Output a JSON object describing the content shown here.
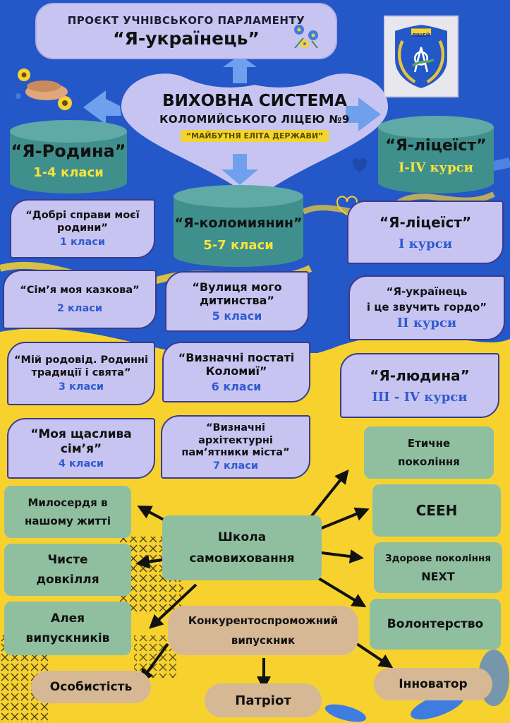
{
  "header": {
    "line1": "ПРОЄКТ УЧНІВСЬКОГО ПАРЛАМЕНТУ",
    "line2": "“Я-українець”"
  },
  "crest": {
    "label": "ЛІЦЕЙ"
  },
  "center": {
    "title": "ВИХОВНА СИСТЕМА",
    "subtitle": "КОЛОМИЙСЬКОГО ЛІЦЕЮ №9",
    "motto": "“МАЙБУТНЯ ЕЛІТА ДЕРЖАВИ”"
  },
  "columns": {
    "left": {
      "title": "“Я-Родина”",
      "sub": "1-4 класи"
    },
    "middle": {
      "title": "“Я-коломиянин”",
      "sub": "5-7 класи"
    },
    "right": {
      "title": "“Я-ліцеїст”",
      "sub": "I-IV курси"
    }
  },
  "left_items": [
    {
      "t1": "“Добрі справи моєї",
      "t2": "родини”",
      "s": "1 класи"
    },
    {
      "t1": "“Сім’я моя  казкова”",
      "t2": "",
      "s": "2 класи"
    },
    {
      "t1": "“Мій родовід. Родинні",
      "t2": "традиції і свята”",
      "s": "3 класи"
    },
    {
      "t1": "“Моя щаслива",
      "t2": "сім’я”",
      "s": "4 класи"
    }
  ],
  "middle_items": [
    {
      "t1": "“Вулиця мого",
      "t2": "дитинства”",
      "t3": "",
      "s": "5 класи"
    },
    {
      "t1": "“Визначні постаті",
      "t2": "Коломиї”",
      "t3": "",
      "s": "6 класи"
    },
    {
      "t1": "“Визначні",
      "t2": "архітектурні",
      "t3": "пам’ятники міста”",
      "s": "7 класи"
    }
  ],
  "right_items": [
    {
      "t1": "“Я-ліцеїст”",
      "t2": "",
      "s": "І курси"
    },
    {
      "t1": "“Я-українець",
      "t2": "і це звучить гордо”",
      "s": "ІІ курси"
    },
    {
      "t1": "“Я-людина”",
      "t2": "",
      "s": "ІІІ - ІV курси"
    }
  ],
  "school": {
    "line1": "Школа",
    "line2": "самовиховання"
  },
  "green_boxes": {
    "mercy": {
      "l1": "Милосердя в",
      "l2": "нашому житті"
    },
    "clean": {
      "l1": "Чисте",
      "l2": "довкілля"
    },
    "alley": {
      "l1": "Алея",
      "l2": "випускників"
    },
    "ethic": {
      "l1": "Етичне",
      "l2": "покоління"
    },
    "ceen": {
      "l1": "СЕЕН",
      "l2": ""
    },
    "healthy": {
      "l1": "Здорове покоління",
      "l2": "NEXT"
    },
    "volunteer": {
      "l1": "Волонтерство",
      "l2": ""
    }
  },
  "tan_boxes": {
    "competitive": {
      "l1": "Конкурентоспроможний",
      "l2": "випускник"
    },
    "personality": "Особистість",
    "patriot": "Патріот",
    "innovator": "Інноватор"
  },
  "colors": {
    "blue": "#2457c7",
    "yellow": "#f7d22f",
    "lavender": "#c8c4f2",
    "teal": "#3f8f8d",
    "green": "#8fbf9f",
    "tan": "#d6b895"
  }
}
